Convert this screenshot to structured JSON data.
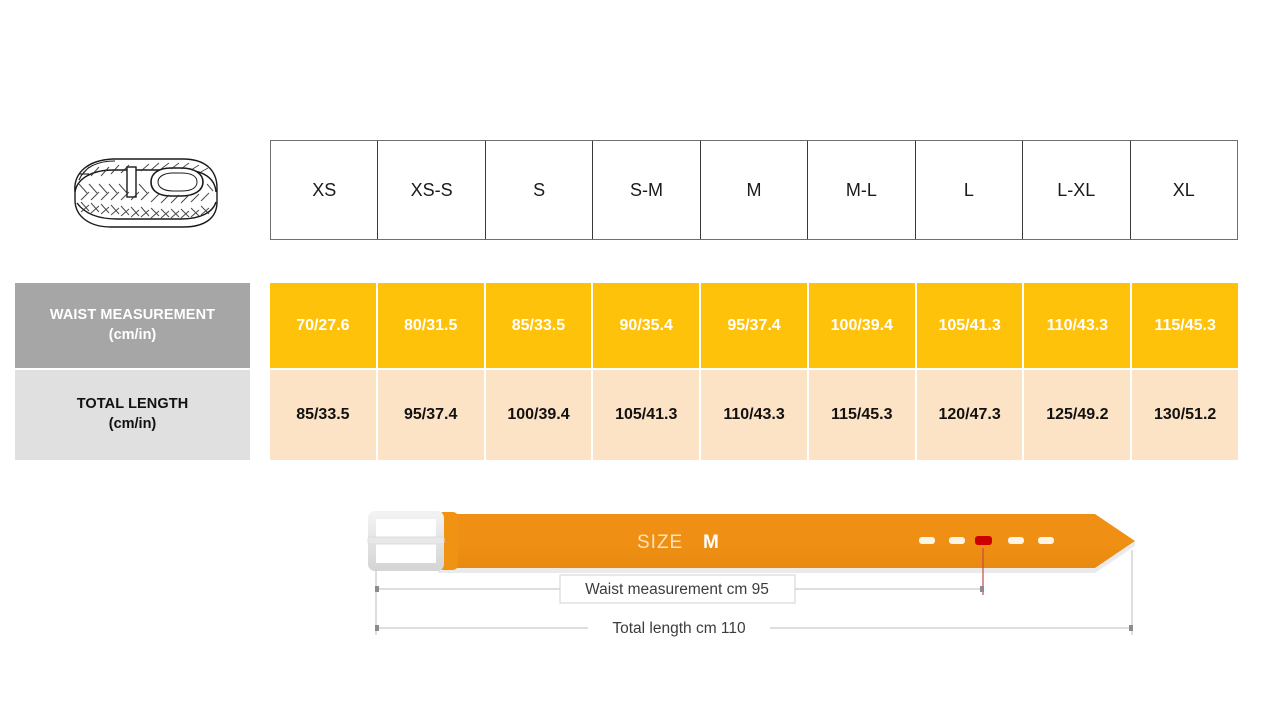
{
  "product": {
    "icon": "braided-belt-icon",
    "alt": "braided belt"
  },
  "colors": {
    "waist_row_bg": "#ffc20a",
    "total_row_bg": "#fde3c5",
    "waist_label_bg": "#a6a6a6",
    "total_label_bg": "#e0e0e0",
    "belt_orange": "#ef9014",
    "buckle_gray": "#e4e4e4",
    "active_hole": "#cc0000",
    "table_border": "#3a3a3a"
  },
  "table": {
    "sizes": [
      "XS",
      "XS-S",
      "S",
      "S-M",
      "M",
      "M-L",
      "L",
      "L-XL",
      "XL"
    ],
    "rows": [
      {
        "label_line1": "WAIST MEASUREMENT",
        "label_line2": "(cm/in)",
        "values": [
          "70/27.6",
          "80/31.5",
          "85/33.5",
          "90/35.4",
          "95/37.4",
          "100/39.4",
          "105/41.3",
          "110/43.3",
          "115/45.3"
        ]
      },
      {
        "label_line1": "TOTAL LENGTH",
        "label_line2": "(cm/in)",
        "values": [
          "85/33.5",
          "95/37.4",
          "100/39.4",
          "105/41.3",
          "110/43.3",
          "115/45.3",
          "120/47.3",
          "125/49.2",
          "130/51.2"
        ]
      }
    ]
  },
  "diagram": {
    "size_label": "SIZE",
    "size_value": "M",
    "waist_dimension": "Waist measurement cm 95",
    "total_dimension": "Total length cm 110",
    "hole_count": 5,
    "active_hole_index": 3
  },
  "chart_data": {
    "type": "table",
    "title": "Belt size chart",
    "categories": [
      "XS",
      "XS-S",
      "S",
      "S-M",
      "M",
      "M-L",
      "L",
      "L-XL",
      "XL"
    ],
    "series": [
      {
        "name": "Waist measurement (cm)",
        "values": [
          70,
          80,
          85,
          90,
          95,
          100,
          105,
          110,
          115
        ]
      },
      {
        "name": "Waist measurement (in)",
        "values": [
          27.6,
          31.5,
          33.5,
          35.4,
          37.4,
          39.4,
          41.3,
          43.3,
          45.3
        ]
      },
      {
        "name": "Total length (cm)",
        "values": [
          85,
          95,
          100,
          105,
          110,
          115,
          120,
          125,
          130
        ]
      },
      {
        "name": "Total length (in)",
        "values": [
          33.5,
          37.4,
          39.4,
          41.3,
          43.3,
          45.3,
          47.3,
          49.2,
          51.2
        ]
      }
    ],
    "xlabel": "Size",
    "ylabel": "Measurement",
    "highlighted_size": "M"
  }
}
